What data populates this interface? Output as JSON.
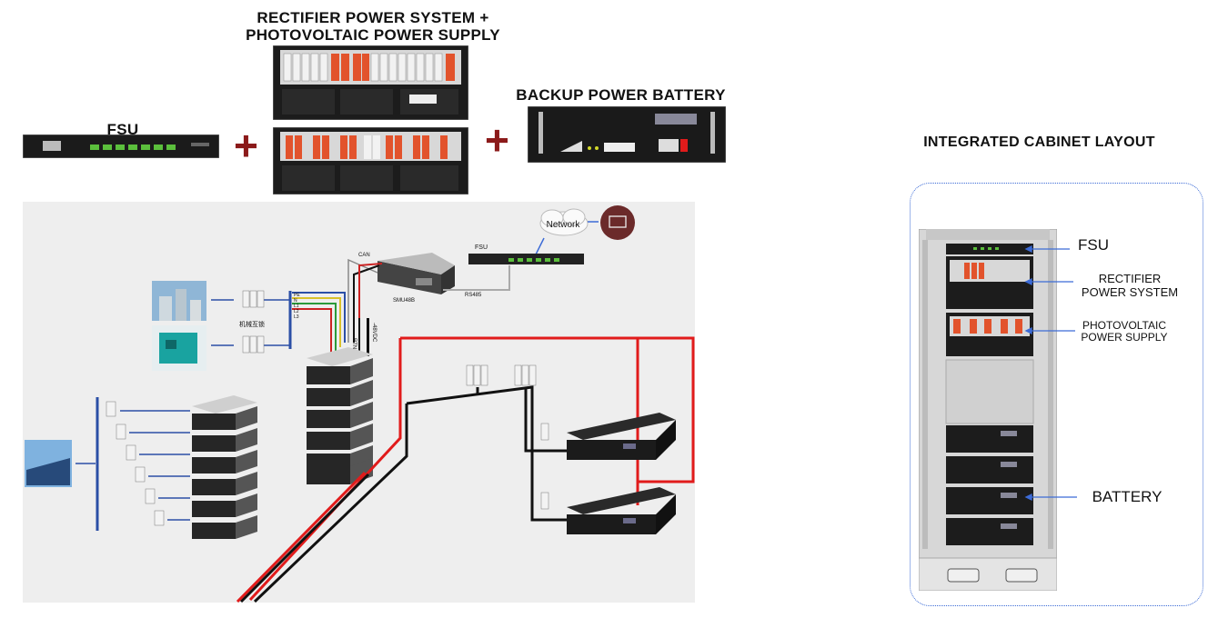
{
  "header": {
    "rectifier_title_line1": "RECTIFIER POWER SYSTEM +",
    "rectifier_title_line2": "PHOTOVOLTAIC POWER SUPPLY",
    "fsu_title": "FSU",
    "battery_title": "BACKUP POWER BATTERY",
    "plus_1": "+",
    "plus_2": "+"
  },
  "diagram": {
    "network_label": "Network",
    "fsu_label": "FSU",
    "can_label": "CAN",
    "rs485_label": "RS485",
    "smu_label": "SMU48B",
    "rtn_label": "RTN",
    "dc_label": "-48VDC",
    "interlock_label": "机械互锁",
    "bus_labels": [
      "PE",
      "N",
      "L1",
      "L2",
      "L3"
    ]
  },
  "cabinet": {
    "title": "INTEGRATED CABINET LAYOUT",
    "fsu": "FSU",
    "rectifier_line1": "RECTIFIER",
    "rectifier_line2": "POWER SYSTEM",
    "pv_line1": "PHOTOVOLTAIC",
    "pv_line2": "POWER SUPPLY",
    "battery": "BATTERY"
  },
  "colors": {
    "red_wire": "#e11b1b",
    "black_wire": "#111111",
    "blue_line": "#2b4fa6",
    "breaker_orange": "#e2532c",
    "panel_bg": "#eeeeee"
  }
}
